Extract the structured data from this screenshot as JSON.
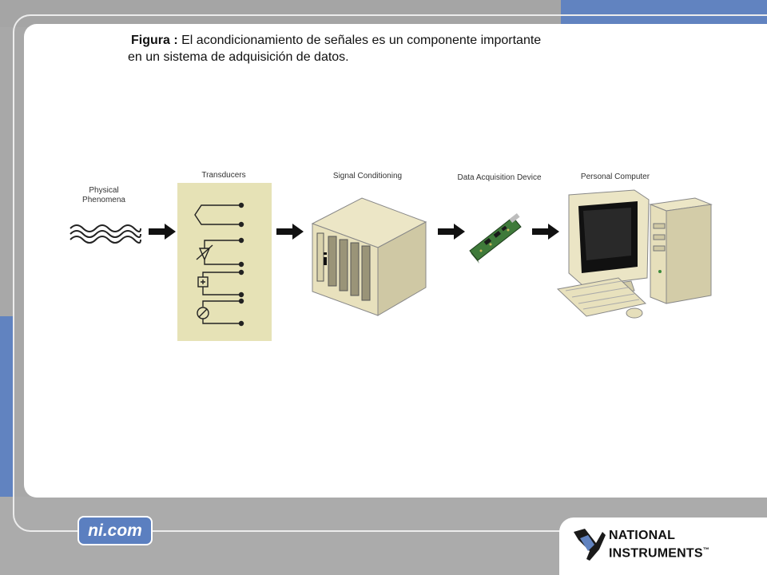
{
  "caption": {
    "label": "Figura :",
    "line1": "El acondicionamiento de señales es un componente importante",
    "line2": "en un sistema de adquisición de datos."
  },
  "diagram": {
    "stages": [
      {
        "label_lines": [
          "Physical",
          "Phenomena"
        ]
      },
      {
        "label_lines": [
          "Transducers"
        ]
      },
      {
        "label_lines": [
          "Signal Conditioning"
        ]
      },
      {
        "label_lines": [
          "Data Acquisition Device"
        ]
      },
      {
        "label_lines": [
          "Personal Computer"
        ]
      }
    ]
  },
  "footer": {
    "site_badge": "ni.com",
    "brand_line1": "NATIONAL",
    "brand_line2": "INSTRUMENTS",
    "trademark": "™"
  },
  "colors": {
    "accent_blue": "#6183c0",
    "panel_beige": "#e6e2b6",
    "board_green": "#3f7a3a"
  }
}
